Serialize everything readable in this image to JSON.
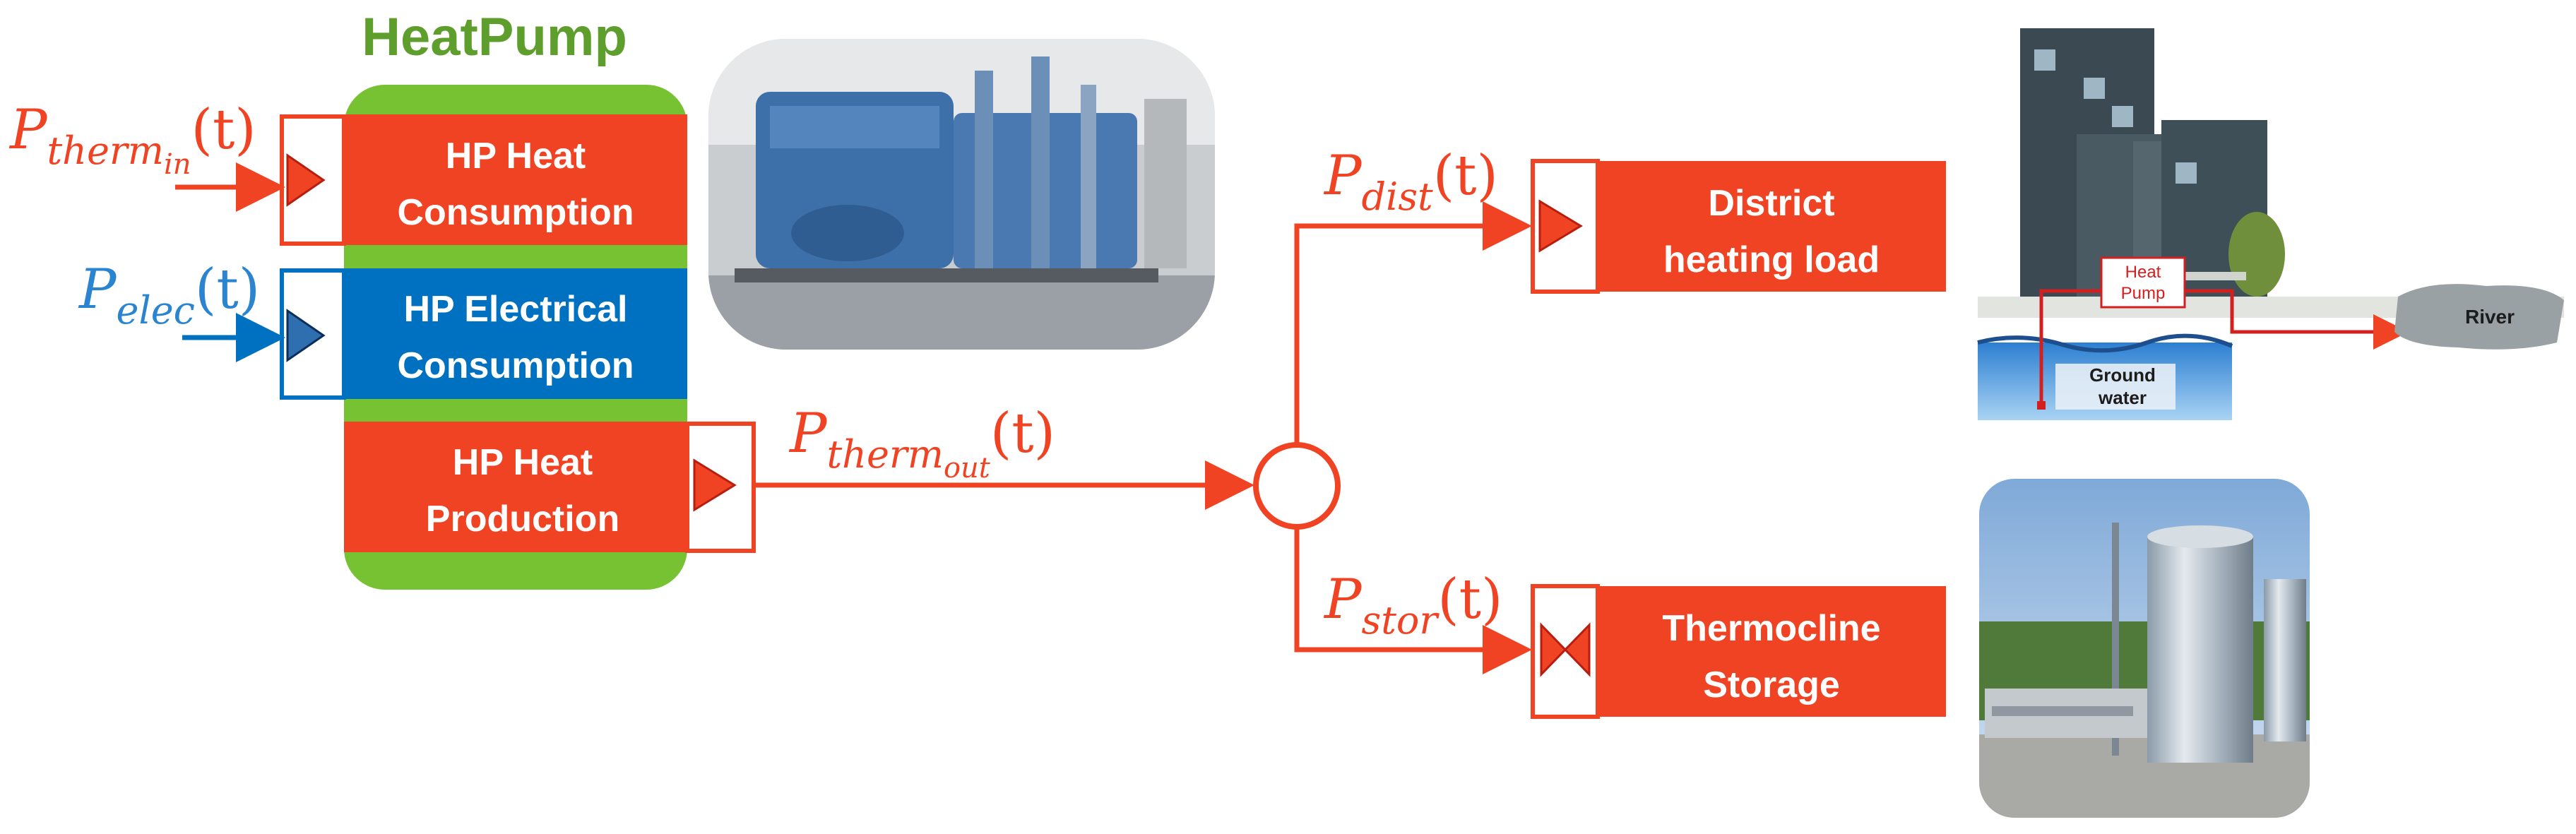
{
  "heat_pump": {
    "title": "HeatPump",
    "consumption_line1": "HP Heat",
    "consumption_line2": "Consumption",
    "electrical_line1": "HP Electrical",
    "electrical_line2": "Consumption",
    "production_line1": "HP Heat",
    "production_line2": "Production"
  },
  "signals": {
    "therm_in": {
      "main": "P",
      "sub": "therm",
      "subsub": "in",
      "arg": "(t)"
    },
    "elec": {
      "main": "P",
      "sub": "elec",
      "arg": "(t)"
    },
    "therm_out": {
      "main": "P",
      "sub": "therm",
      "subsub": "out",
      "arg": "(t)"
    },
    "dist": {
      "main": "P",
      "sub": "dist",
      "arg": "(t)"
    },
    "stor": {
      "main": "P",
      "sub": "stor",
      "arg": "(t)"
    }
  },
  "outputs": {
    "district_line1": "District",
    "district_line2": "heating load",
    "storage_line1": "Thermocline",
    "storage_line2": "Storage"
  },
  "illustration": {
    "heat_pump_label_1": "Heat",
    "heat_pump_label_2": "Pump",
    "river_label": "River",
    "ground_label_1": "Ground",
    "ground_label_2": "water"
  },
  "colors": {
    "heat_red": "#EF4323",
    "elec_blue": "#0070C0",
    "green": "#77C233",
    "title_green": "#5E9E2C",
    "elec_text_blue": "#2A84D0"
  }
}
